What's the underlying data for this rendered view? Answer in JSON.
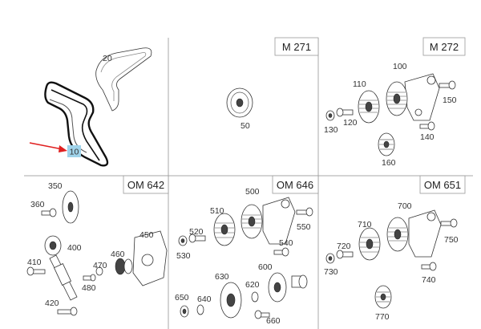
{
  "panels": [
    {
      "id": "belts",
      "engine": "",
      "labels": {
        "l20": "20",
        "l10": "10"
      }
    },
    {
      "id": "m271",
      "engine": "M 271",
      "labels": {
        "l50": "50"
      }
    },
    {
      "id": "m272",
      "engine": "M 272",
      "labels": {
        "l100": "100",
        "l110": "110",
        "l120": "120",
        "l130": "130",
        "l140": "140",
        "l150": "150",
        "l160": "160"
      }
    },
    {
      "id": "om642",
      "engine": "OM 642",
      "labels": {
        "l350": "350",
        "l360": "360",
        "l400": "400",
        "l410": "410",
        "l420": "420",
        "l450": "450",
        "l460": "460",
        "l470": "470",
        "l480": "480"
      }
    },
    {
      "id": "om646",
      "engine": "OM 646",
      "labels": {
        "l500": "500",
        "l510": "510",
        "l520": "520",
        "l530": "530",
        "l540": "540",
        "l550": "550",
        "l600": "600",
        "l620": "620",
        "l630": "630",
        "l640": "640",
        "l650": "650",
        "l660": "660"
      }
    },
    {
      "id": "om651",
      "engine": "OM 651",
      "labels": {
        "l700": "700",
        "l710": "710",
        "l720": "720",
        "l730": "730",
        "l740": "740",
        "l750": "750",
        "l770": "770"
      }
    }
  ],
  "highlight": {
    "label": "10",
    "color": "#9fd3ea",
    "arrow_color": "#e02020"
  }
}
